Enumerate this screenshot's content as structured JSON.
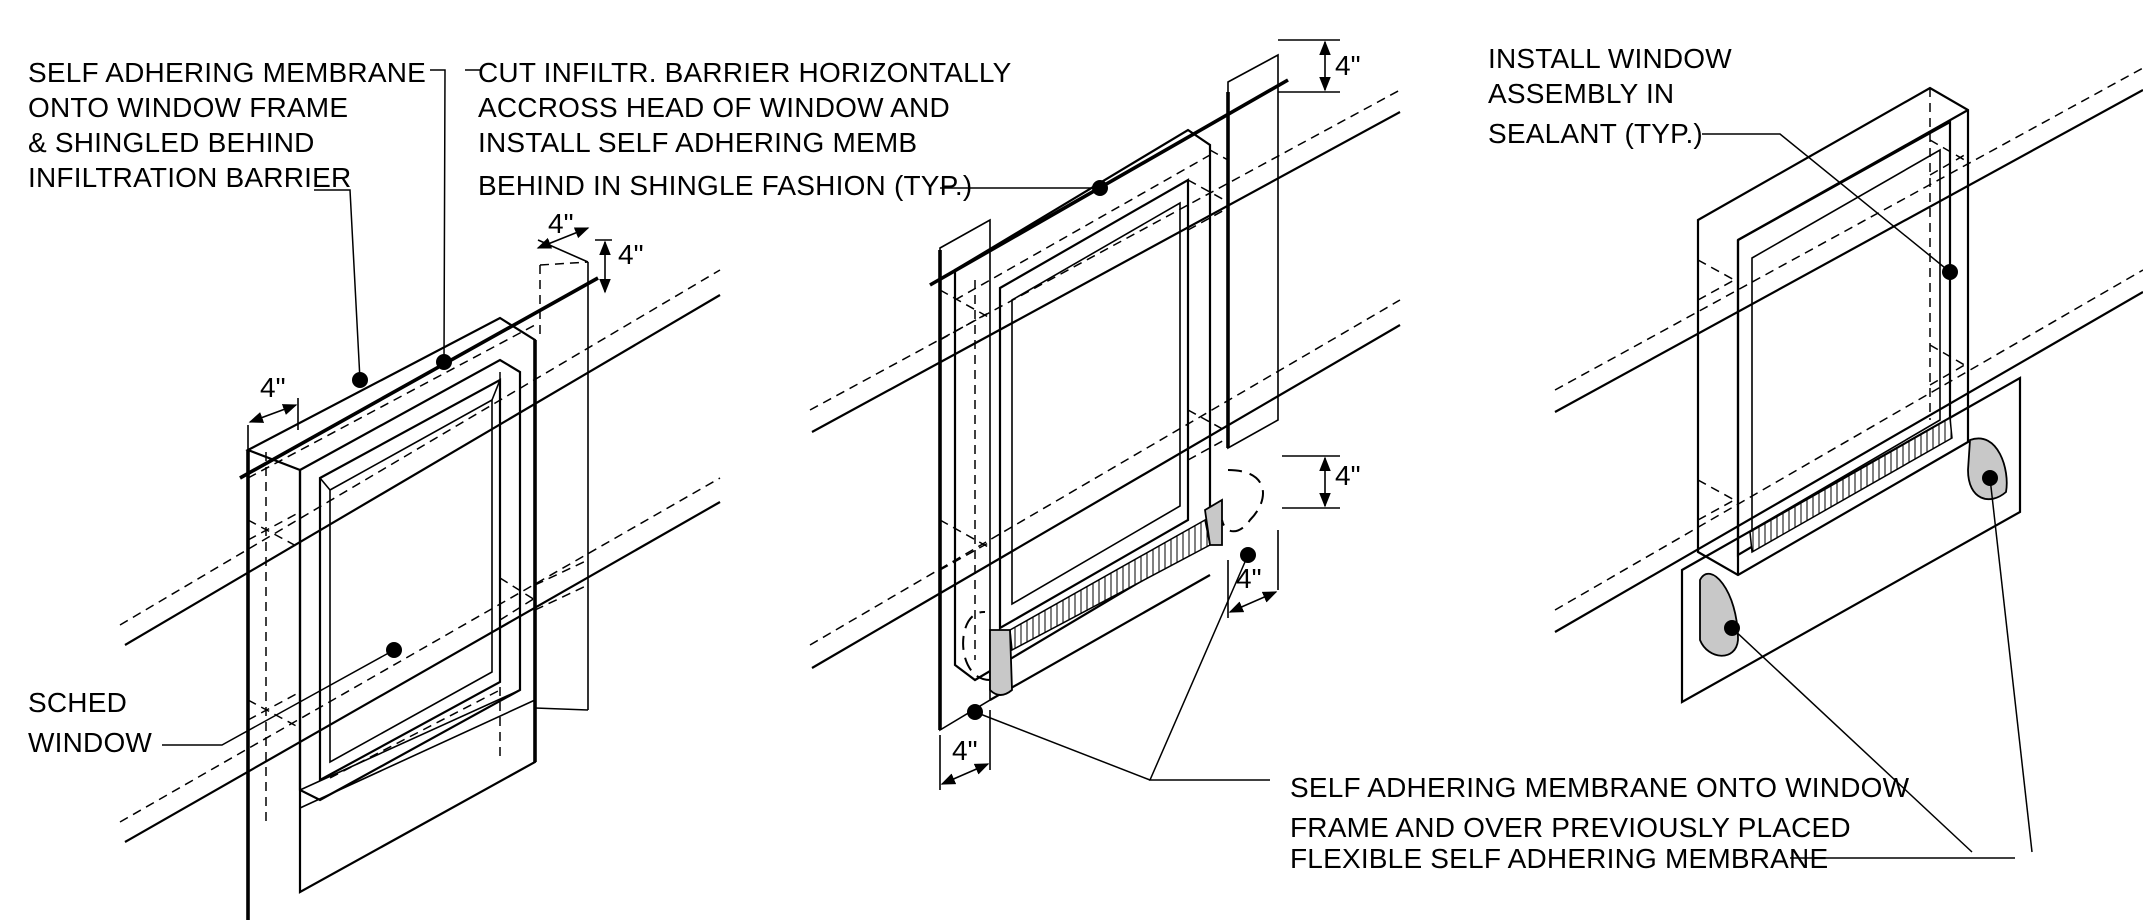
{
  "notes": {
    "fig1_membrane": [
      "SELF ADHERING MEMBRANE",
      "ONTO WINDOW FRAME",
      "& SHINGLED BEHIND",
      "INFILTRATION BARRIER"
    ],
    "fig1_window": [
      "SCHED",
      "WINDOW"
    ],
    "fig2_cut": [
      "CUT INFILTR. BARRIER HORIZONTALLY",
      "ACCROSS HEAD OF WINDOW AND",
      "INSTALL SELF ADHERING MEMB",
      "BEHIND IN SHINGLE FASHION (TYP.)"
    ],
    "fig3_install": [
      "INSTALL WINDOW",
      "ASSEMBLY IN",
      "SEALANT (TYP.)"
    ],
    "bottom_membrane": [
      "SELF ADHERING MEMBRANE ONTO WINDOW",
      "FRAME AND OVER PREVIOUSLY PLACED",
      "FLEXIBLE SELF ADHERING MEMBRANE"
    ]
  },
  "dimensions": {
    "fig1_left": "4\"",
    "fig1_top_horizontal": "4\"",
    "fig1_top_vertical": "4\"",
    "fig2_top": "4\"",
    "fig2_right_vertical": "4\"",
    "fig2_right_horizontal": "4\"",
    "fig2_bottom": "4\""
  }
}
